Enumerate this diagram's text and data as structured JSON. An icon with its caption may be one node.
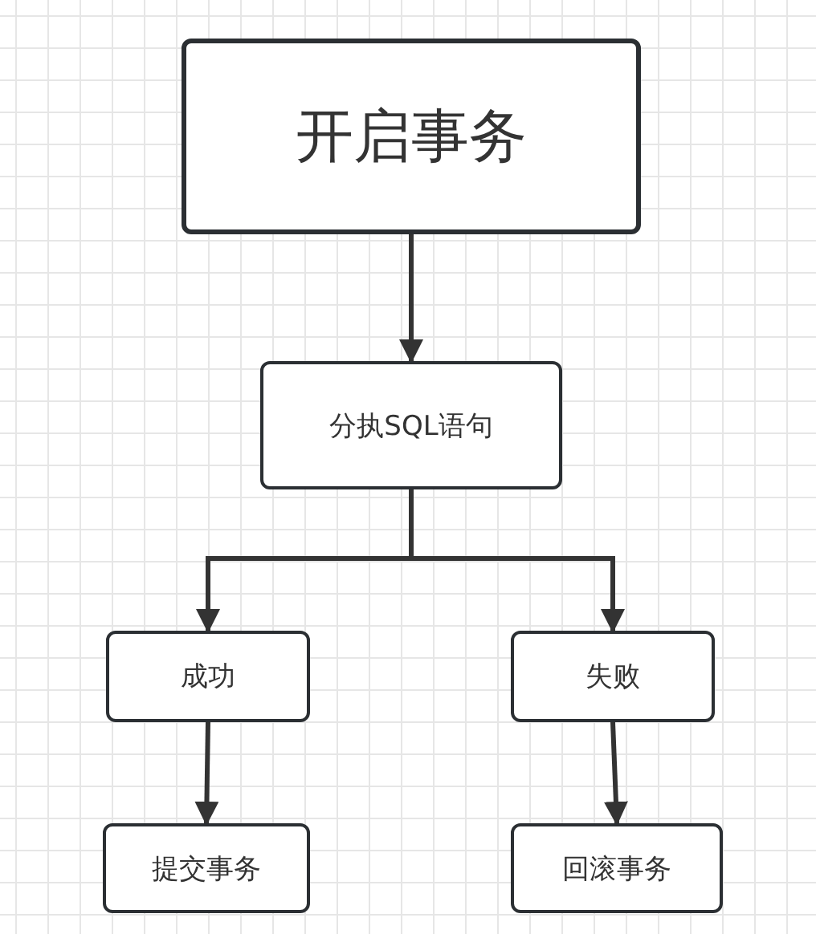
{
  "diagram": {
    "nodes": [
      {
        "text": [
          "开启事务"
        ]
      },
      {
        "text": [
          "分执SQL语句"
        ]
      },
      {
        "text": [
          "成功"
        ]
      },
      {
        "text": [
          "失败"
        ]
      },
      {
        "text": [
          "提交事务"
        ]
      },
      {
        "text": [
          "回滚事务"
        ]
      }
    ],
    "edges": [
      {
        "from": 0,
        "to": 1,
        "arrow": "to"
      },
      {
        "from": 1,
        "to": 2,
        "arrow": "to"
      },
      {
        "from": 1,
        "to": 3,
        "arrow": "to"
      },
      {
        "from": 2,
        "to": 4,
        "arrow": "to"
      },
      {
        "from": 3,
        "to": 5,
        "arrow": "to"
      }
    ]
  }
}
